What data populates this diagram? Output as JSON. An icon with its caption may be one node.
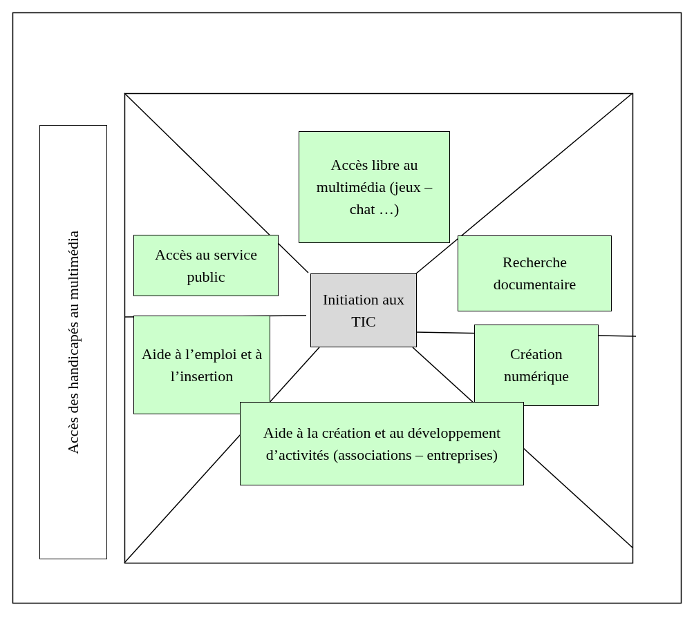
{
  "diagram": {
    "nodes": [
      {
        "text": [
          "Accès des handicapés au multimédia"
        ]
      },
      {
        "text": [
          "Accès libre au multimédia (jeux – chat …)"
        ]
      },
      {
        "text": [
          "Accès au service public"
        ]
      },
      {
        "text": [
          "Recherche documentaire"
        ]
      },
      {
        "text": [
          "Initiation aux TIC"
        ]
      },
      {
        "text": [
          "Aide à l’emploi et à l’insertion"
        ]
      },
      {
        "text": [
          "Création numérique"
        ]
      },
      {
        "text": [
          "Aide à la création et au développement d’activités (associations – entreprises)"
        ]
      }
    ]
  }
}
